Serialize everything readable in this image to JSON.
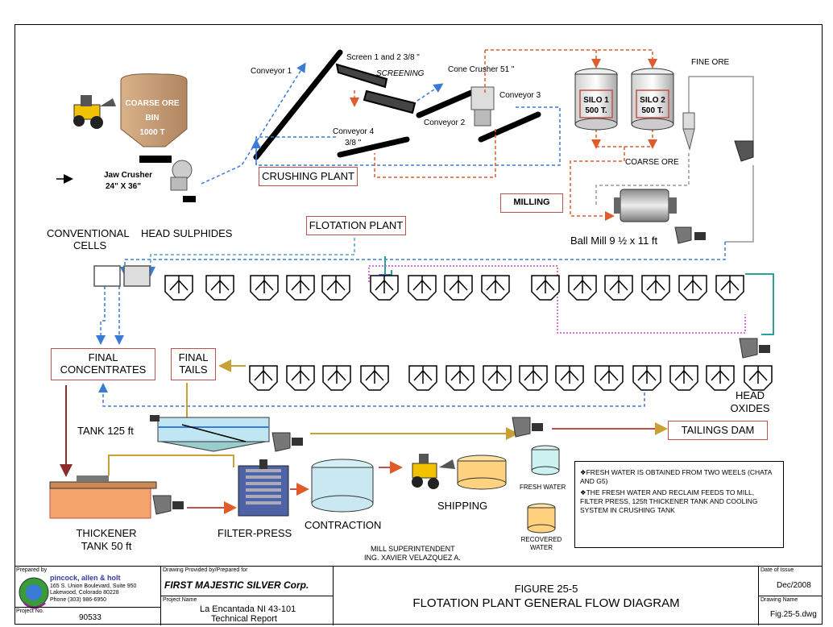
{
  "process": {
    "conveyor_1": "Conveyor 1",
    "screen": "Screen 1 and 2  3/8 \"",
    "screening": "SCREENING",
    "cone_crusher": "Cone Crusher 51 \"",
    "conveyor_3": "Conveyor 3",
    "conveyor_2": "Conveyor 2",
    "conveyor_4": "Conveyor 4",
    "conveyor_4_size": "3/8 \"",
    "coarse_ore_bin": "COARSE ORE",
    "bin": "BIN",
    "bin_capacity": "1000 T",
    "jaw_crusher": "Jaw Crusher",
    "jaw_crusher_size": "24\" X 36\"",
    "crushing_plant": "CRUSHING PLANT",
    "silo_1": "SILO 1",
    "silo_1_cap": "500 T.",
    "silo_2": "SILO 2",
    "silo_2_cap": "500 T.",
    "fine_ore": "FINE ORE",
    "coarse_ore": "COARSE ORE",
    "milling": "MILLING",
    "ball_mill": "Ball Mill 9 ½ x 11 ft",
    "flotation_plant": "FLOTATION PLANT",
    "conventional": "CONVENTIONAL",
    "cells": "CELLS",
    "head_sulphides": "HEAD SULPHIDES",
    "final_concentrates_1": "FINAL",
    "final_concentrates_2": "CONCENTRATES",
    "final_tails_1": "FINAL",
    "final_tails_2": "TAILS",
    "head_oxides_1": "HEAD",
    "head_oxides_2": "OXIDES",
    "tank_125": "TANK 125 ft",
    "tailings_dam": "TAILINGS DAM",
    "thickener_1": "THICKENER",
    "thickener_2": "TANK 50 ft",
    "filter_press": "FILTER-PRESS",
    "contraction": "CONTRACTION",
    "shipping": "SHIPPING",
    "fresh_water": "FRESH WATER",
    "recovered_1": "RECOVERED",
    "recovered_2": "WATER",
    "mill_superintendent": "MILL SUPERINTENDENT",
    "superintendent_name": "ING. XAVIER VELAZQUEZ A."
  },
  "notes": [
    "❖FRESH WATER IS OBTAINED FROM TWO WEELS (CHATA AND G5)",
    "❖THE FRESH WATER AND RECLAIM FEEDS TO MILL, FILTER PRESS, 125ft THICKENER TANK  AND COOLING SYSTEM IN CRUSHING TANK"
  ],
  "title_block": {
    "prepared_by_label": "Prepared by",
    "company": "pincock, allen & holt",
    "address_1": "165 S. Union Boulevard, Suite 950",
    "address_2": "Lakewood, Colorado 80228",
    "phone": "Phone (303) 986-6950",
    "project_no_label": "Project No.",
    "project_no": "90533",
    "drawing_provided_label": "Drawing Provided by/Prepared for",
    "client": "FIRST MAJESTIC SILVER Corp.",
    "project_name_label": "Project Name",
    "project_name_1": "La Encantada NI 43-101",
    "project_name_2": "Technical Report",
    "figure_no": "FIGURE 25-5",
    "figure_title": "FLOTATION PLANT GENERAL FLOW DIAGRAM",
    "date_label": "Date of Issue",
    "date": "Dec/2008",
    "drawing_name_label": "Drawing Name",
    "drawing_name": "Fig.25-5.dwg"
  },
  "colors": {
    "feed_line": "#3a7bd5",
    "milling_line": "#e05a2a",
    "water_line": "#c8a034",
    "reclaim_line": "#8b2c2c",
    "loop_line": "#cc44cc",
    "teal_line": "#2aa19b"
  }
}
